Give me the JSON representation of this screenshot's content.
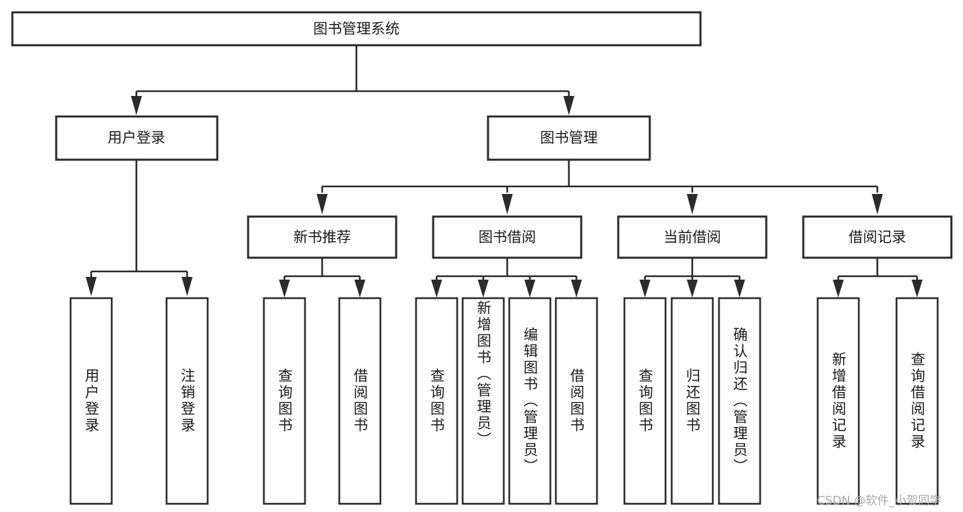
{
  "diagram": {
    "type": "tree",
    "title": "图书管理系统",
    "root": {
      "label": "图书管理系统"
    },
    "level2": [
      {
        "label": "用户登录"
      },
      {
        "label": "图书管理"
      }
    ],
    "level3": [
      {
        "label": "新书推荐"
      },
      {
        "label": "图书借阅"
      },
      {
        "label": "当前借阅"
      },
      {
        "label": "借阅记录"
      }
    ],
    "leaves": {
      "user_login": [
        {
          "label": "用户登录"
        },
        {
          "label": "注销登录"
        }
      ],
      "new_book_recommend": [
        {
          "label": "查询图书"
        },
        {
          "label": "借阅图书"
        }
      ],
      "book_borrow": [
        {
          "label": "查询图书"
        },
        {
          "label": "新增图书（管理员）"
        },
        {
          "label": "编辑图书（管理员）"
        },
        {
          "label": "借阅图书"
        }
      ],
      "current_borrow": [
        {
          "label": "查询图书"
        },
        {
          "label": "归还图书"
        },
        {
          "label": "确认归还（管理员）"
        }
      ],
      "borrow_records": [
        {
          "label": "新增借阅记录"
        },
        {
          "label": "查询借阅记录"
        }
      ]
    }
  },
  "watermark": {
    "text": "CSDN @软件_小贺同学"
  },
  "colors": {
    "stroke": "#2b2b2b",
    "fill": "#ffffff",
    "text": "#1a1a1a",
    "watermark": "#a9a9a9"
  }
}
